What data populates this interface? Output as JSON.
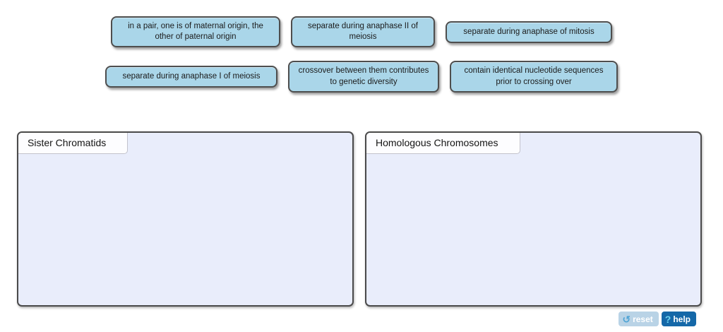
{
  "chips": [
    {
      "label": "in a pair, one is of maternal origin, the other of paternal origin"
    },
    {
      "label": "separate during anaphase II of meiosis"
    },
    {
      "label": "separate during anaphase of mitosis"
    },
    {
      "label": "separate during anaphase I of meiosis"
    },
    {
      "label": "crossover between them contributes to genetic diversity"
    },
    {
      "label": "contain identical nucleotide sequences prior to crossing over"
    }
  ],
  "bins": [
    {
      "title": "Sister Chromatids"
    },
    {
      "title": "Homologous Chromosomes"
    }
  ],
  "toolbar": {
    "reset_label": "reset",
    "reset_icon": "↺",
    "help_label": "help",
    "help_icon": "?"
  },
  "colors": {
    "chip_bg": "#aad6e9",
    "chip_border": "#4e4e4e",
    "bin_bg": "#e9edfb",
    "bin_border": "#4a4a4a",
    "bin_tab_bg": "#fdfdff",
    "reset_button_bg": "#b9d3e6",
    "reset_icon_color": "#4da3d4",
    "help_button_bg": "#1568a8",
    "help_icon_color": "#6fd6f1"
  }
}
